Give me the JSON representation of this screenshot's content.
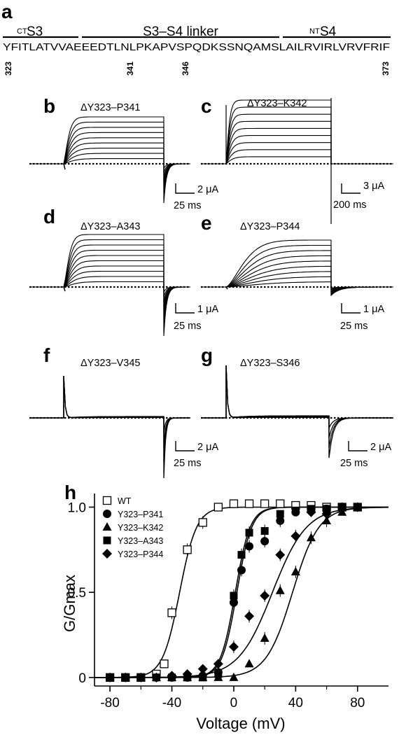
{
  "panel_a": {
    "label": "a",
    "headers": [
      {
        "sup": "CT",
        "text": "S3"
      },
      {
        "sup": "",
        "text": "S3–S4 linker"
      },
      {
        "sup": "NT",
        "text": "S4"
      }
    ],
    "sequence": "YFITLATVVAEEEDTLNLPKAPVSPQDKSSNQAMSLAILRVIRLVRVFRIF",
    "residue_numbers": [
      "323",
      "341",
      "346",
      "373"
    ]
  },
  "traces": [
    {
      "label": "b",
      "title": "ΔY323–P341",
      "scale_y": "2 μA",
      "scale_x": "25 ms"
    },
    {
      "label": "c",
      "title": "ΔY323–K342",
      "scale_y": "3 μA",
      "scale_x": "200 ms"
    },
    {
      "label": "d",
      "title": "ΔY323–A343",
      "scale_y": "1 μA",
      "scale_x": "25 ms"
    },
    {
      "label": "e",
      "title": "ΔY323–P344",
      "scale_y": "1 μA",
      "scale_x": "25 ms"
    },
    {
      "label": "f",
      "title": "ΔY323–V345",
      "scale_y": "2 μA",
      "scale_x": "25 ms"
    },
    {
      "label": "g",
      "title": "ΔY323–S346",
      "scale_y": "2 μA",
      "scale_x": "25 ms"
    }
  ],
  "panel_h": {
    "label": "h",
    "chart_data": {
      "type": "scatter",
      "xlabel": "Voltage (mV)",
      "ylabel": "G/Gmax",
      "xlim": [
        -90,
        100
      ],
      "ylim": [
        -0.05,
        1.08
      ],
      "xticks": [
        "-80",
        "-40",
        "0",
        "40",
        "80"
      ],
      "xtick_values": [
        -80,
        -40,
        0,
        40,
        80
      ],
      "yticks": [
        "0",
        "0.5",
        "1.0"
      ],
      "ytick_values": [
        0,
        0.5,
        1.0
      ],
      "legend_position": "top-left",
      "series": [
        {
          "name": "WT",
          "marker": "open-square",
          "vhalf": -35,
          "slope": 5.5,
          "x": [
            -80,
            -70,
            -60,
            -50,
            -45,
            -40,
            -30,
            -20,
            -10,
            0,
            10,
            20,
            30,
            40,
            50,
            60,
            70,
            80
          ],
          "y": [
            0.0,
            0.0,
            0.0,
            0.02,
            0.08,
            0.38,
            0.75,
            0.91,
            1.0,
            1.02,
            1.02,
            1.02,
            1.02,
            1.01,
            1.01,
            1.0,
            1.0,
            1.0
          ]
        },
        {
          "name": "Y323–P341",
          "marker": "circle",
          "vhalf": 2,
          "slope": 4.8,
          "x": [
            -80,
            -70,
            -60,
            -50,
            -40,
            -30,
            -20,
            -10,
            0,
            5,
            10,
            20,
            30,
            40,
            50,
            60,
            70,
            80
          ],
          "y": [
            0.0,
            0.0,
            0.0,
            0.0,
            0.0,
            0.0,
            0.01,
            0.03,
            0.44,
            0.63,
            0.77,
            0.8,
            0.92,
            0.97,
            0.98,
            0.99,
            1.0,
            1.0
          ]
        },
        {
          "name": "Y323–K342",
          "marker": "triangle",
          "vhalf": 38,
          "slope": 8.5,
          "x": [
            -80,
            -70,
            -60,
            -50,
            -40,
            -30,
            -20,
            -10,
            0,
            10,
            20,
            30,
            40,
            50,
            60,
            70,
            80
          ],
          "y": [
            0.0,
            0.0,
            0.0,
            0.0,
            0.0,
            0.0,
            0.0,
            0.0,
            0.0,
            0.08,
            0.23,
            0.51,
            0.62,
            0.82,
            0.92,
            0.97,
            1.0
          ]
        },
        {
          "name": "Y323–A343",
          "marker": "square",
          "vhalf": 1,
          "slope": 4.8,
          "x": [
            -80,
            -70,
            -60,
            -50,
            -40,
            -30,
            -20,
            -10,
            0,
            5,
            10,
            20,
            30,
            40,
            50,
            60,
            70,
            80
          ],
          "y": [
            0.0,
            0.0,
            0.0,
            0.0,
            0.0,
            0.0,
            0.0,
            0.02,
            0.48,
            0.72,
            0.85,
            0.86,
            0.96,
            0.98,
            0.99,
            0.99,
            1.0,
            1.0
          ]
        },
        {
          "name": "Y323–P344",
          "marker": "diamond",
          "vhalf": 25,
          "slope": 11,
          "x": [
            -80,
            -70,
            -60,
            -50,
            -40,
            -30,
            -20,
            -10,
            0,
            10,
            20,
            30,
            40,
            50,
            60,
            70,
            80
          ],
          "y": [
            0.0,
            0.0,
            0.0,
            0.0,
            0.01,
            0.02,
            0.05,
            0.08,
            0.18,
            0.36,
            0.48,
            0.72,
            0.83,
            0.97,
            0.96,
            1.0,
            1.0
          ]
        }
      ]
    }
  },
  "colors": {
    "ink": "#000000",
    "background": "#ffffff"
  }
}
